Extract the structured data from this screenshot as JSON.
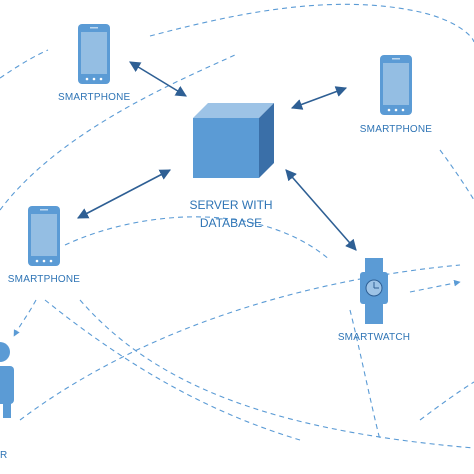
{
  "colors": {
    "icon_fill": "#5b9bd5",
    "icon_dark": "#3a6fa8",
    "icon_light": "#9dc3e6",
    "arrow": "#2e5f94",
    "dashed": "#5b9bd5",
    "label": "#2e74b5"
  },
  "nodes": {
    "server": {
      "icon": "server-cube-icon",
      "label_line1": "SERVER WITH",
      "label_line2": "DATABASE"
    },
    "smartphone_top": {
      "icon": "smartphone-icon",
      "label": "SMARTPHONE"
    },
    "smartphone_right": {
      "icon": "smartphone-icon",
      "label": "SMARTPHONE"
    },
    "smartphone_left": {
      "icon": "smartphone-icon",
      "label": "SMARTPHONE"
    },
    "smartwatch": {
      "icon": "smartwatch-icon",
      "label": "SMARTWATCH"
    },
    "user": {
      "icon": "user-icon",
      "label": "R"
    }
  }
}
